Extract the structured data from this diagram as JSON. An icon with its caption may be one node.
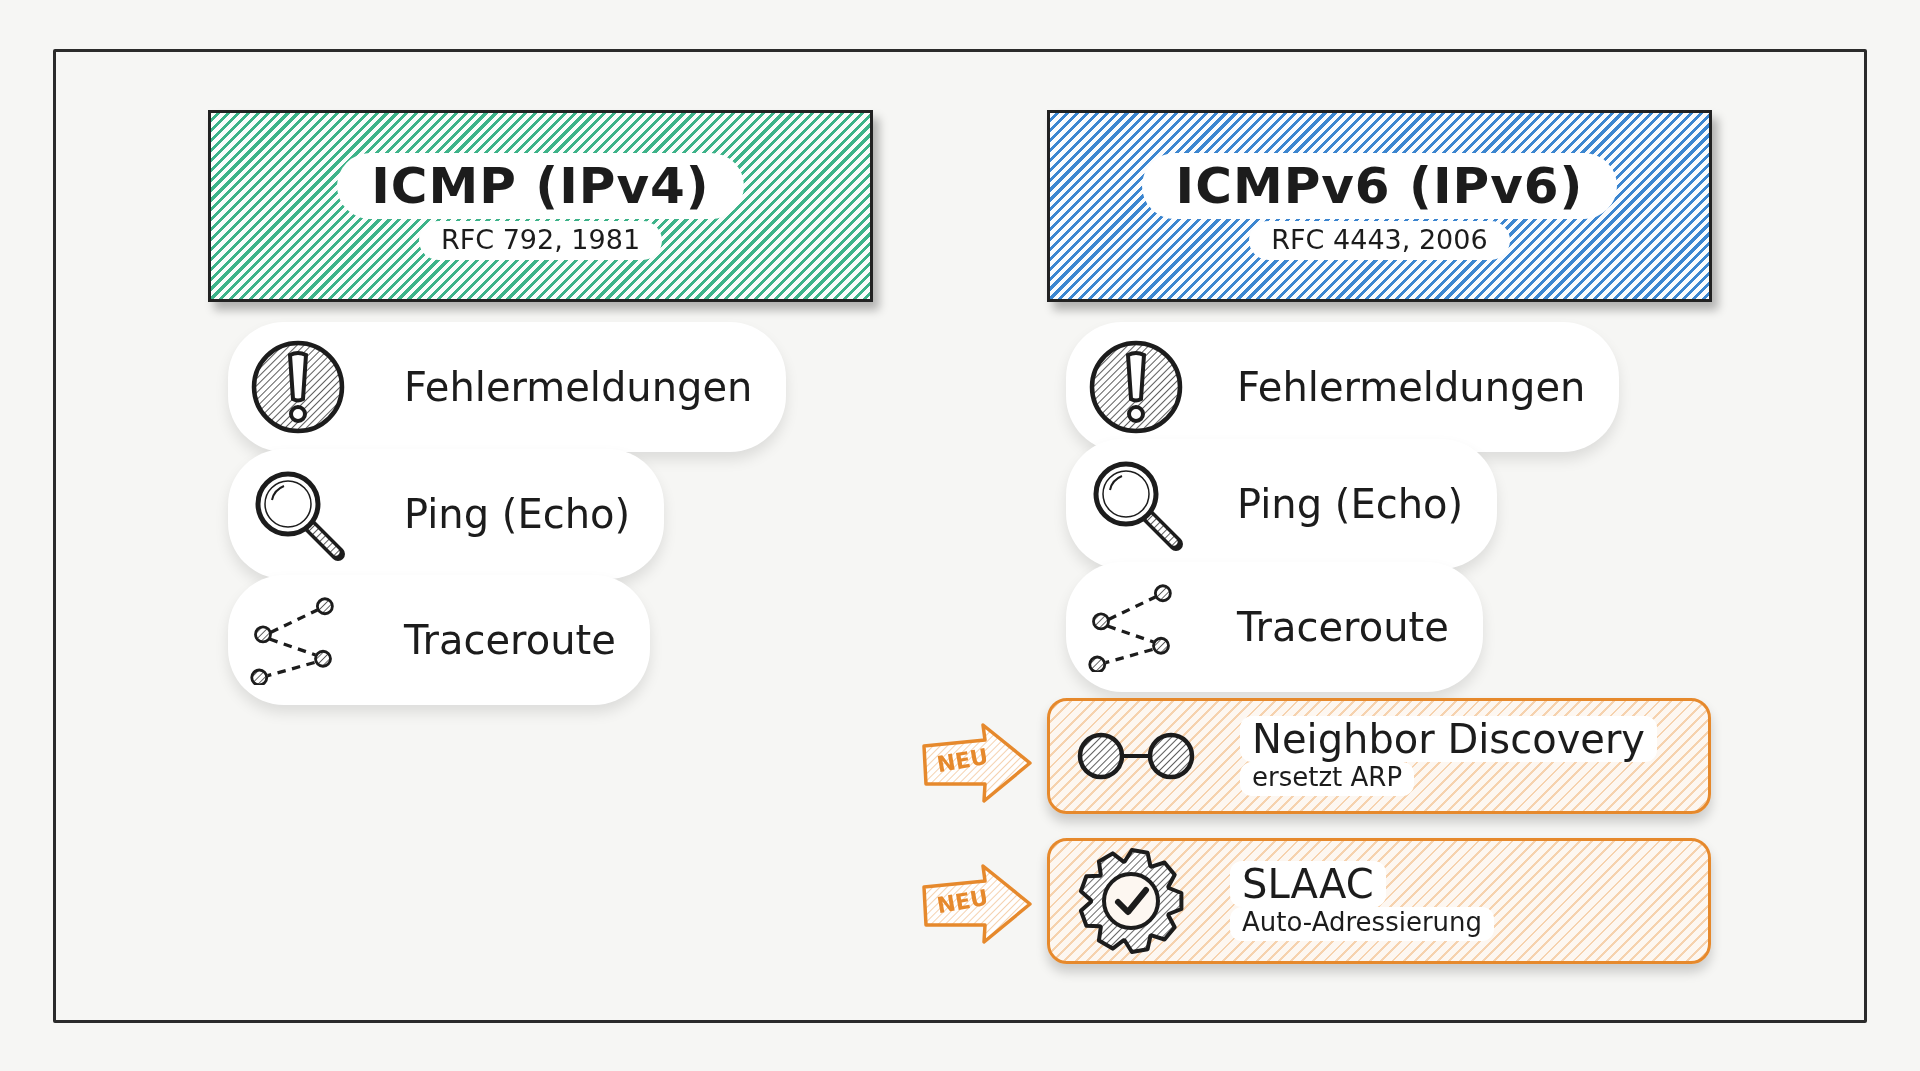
{
  "diagram": {
    "nodes": [
      {
        "text": [
          "ICMP (IPv4)",
          "RFC 792, 1981"
        ]
      },
      {
        "text": [
          "Fehlermeldungen"
        ]
      },
      {
        "text": [
          "Ping (Echo)"
        ]
      },
      {
        "text": [
          "Traceroute"
        ]
      },
      {
        "text": [
          "ICMPv6 (IPv6)",
          "RFC 4443, 2006"
        ]
      },
      {
        "text": [
          "Fehlermeldungen"
        ]
      },
      {
        "text": [
          "Ping (Echo)"
        ]
      },
      {
        "text": [
          "Traceroute"
        ]
      },
      {
        "text": [
          "NEU"
        ]
      },
      {
        "text": [
          "Neighbor Discovery",
          "ersetzt ARP"
        ]
      },
      {
        "text": [
          "NEU"
        ]
      },
      {
        "text": [
          "SLAAC",
          "Auto-Adressierung"
        ]
      }
    ]
  }
}
